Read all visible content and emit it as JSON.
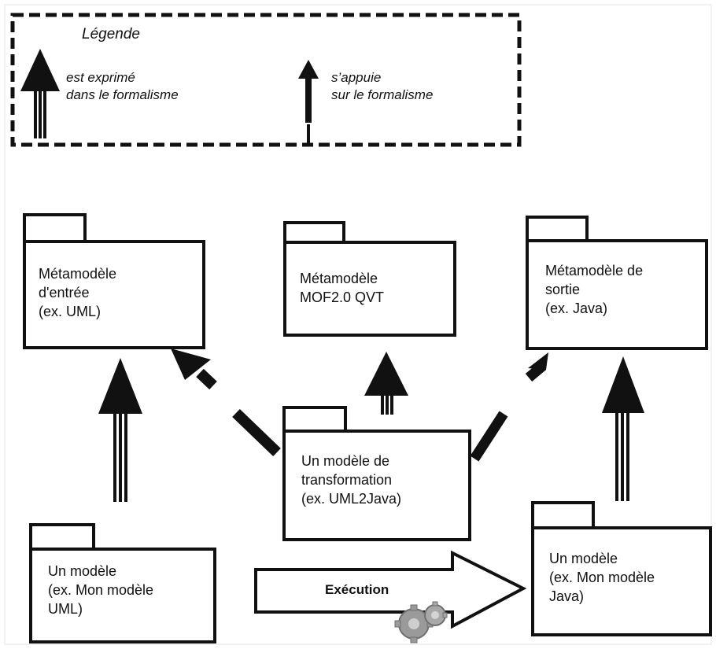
{
  "legend": {
    "title": "Légende",
    "strong_arrow": {
      "line1": "est exprimé",
      "line2": "dans le formalisme",
      "icon": "triple-line-arrow-icon"
    },
    "light_arrow": {
      "line1": "s’appuie",
      "line2": "sur le formalisme",
      "icon": "thick-arrow-icon"
    }
  },
  "packages": {
    "input_metamodel": {
      "line1": "Métamodèle",
      "line2": "d'entrée",
      "line3": " (ex. UML)"
    },
    "qvt_metamodel": {
      "line1": "Métamodèle",
      "line2": "MOF2.0 QVT"
    },
    "output_metamodel": {
      "line1": "Métamodèle de",
      "line2": "sortie",
      "line3": "(ex. Java)"
    },
    "transformation_model": {
      "line1": "Un modèle de",
      "line2": "transformation",
      "line3": "(ex. UML2Java)"
    },
    "source_model": {
      "line1": "Un modèle",
      "line2": "(ex. Mon modèle",
      "line3": "UML)"
    },
    "target_model": {
      "line1": "Un modèle",
      "line2": "(ex. Mon modèle",
      "line3": "Java)"
    }
  },
  "execution": {
    "label": "Exécution",
    "icon": "gears-icon"
  }
}
